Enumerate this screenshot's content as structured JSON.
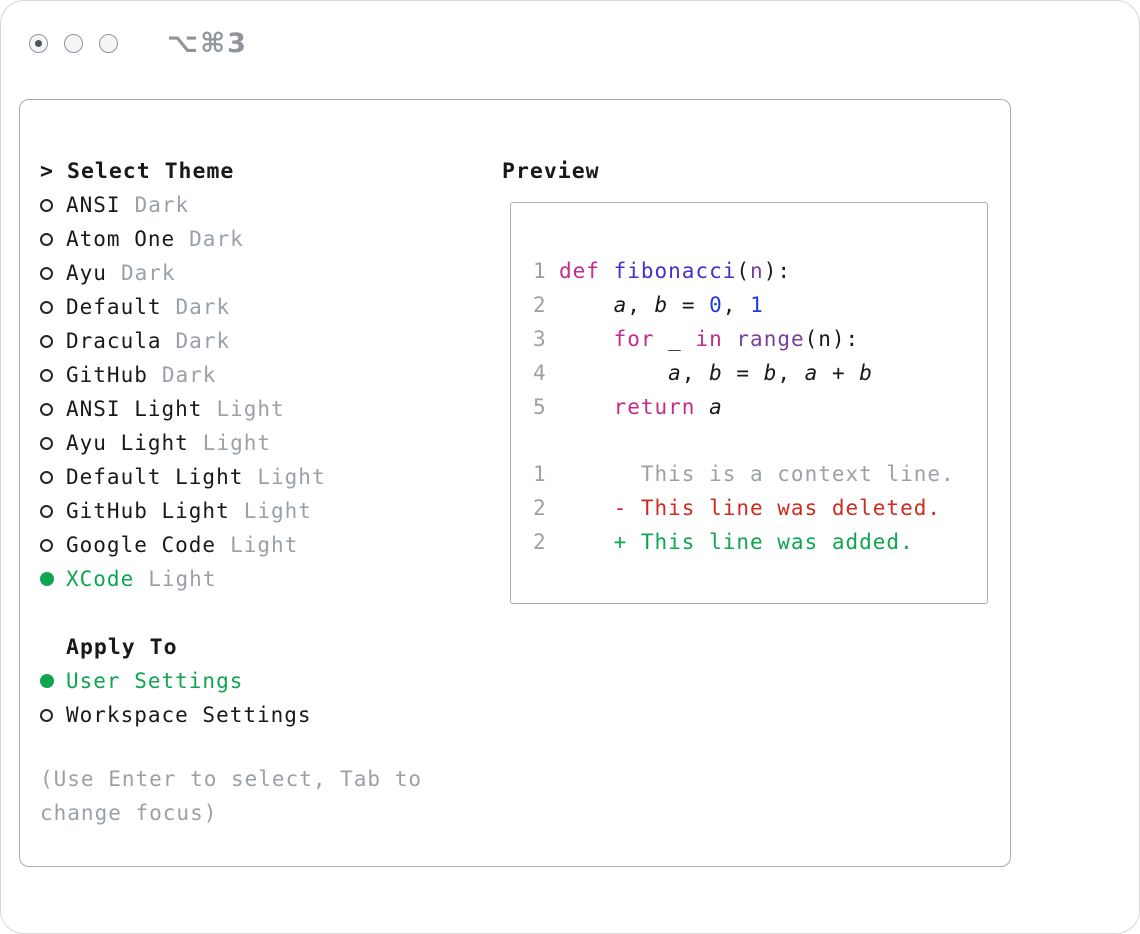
{
  "window": {
    "shortcut": "⌥⌘3",
    "controls": [
      "selected",
      "unselected",
      "unselected"
    ]
  },
  "icons": {
    "radio_unselected": "circle-outline",
    "radio_selected": "circle-filled-green",
    "window_control": "circle"
  },
  "panel": {
    "prompt": ">",
    "title": "Select Theme",
    "themes": [
      {
        "name": "ANSI",
        "variant": "Dark",
        "selected": false
      },
      {
        "name": "Atom One",
        "variant": "Dark",
        "selected": false
      },
      {
        "name": "Ayu",
        "variant": "Dark",
        "selected": false
      },
      {
        "name": "Default",
        "variant": "Dark",
        "selected": false
      },
      {
        "name": "Dracula",
        "variant": "Dark",
        "selected": false
      },
      {
        "name": "GitHub",
        "variant": "Dark",
        "selected": false
      },
      {
        "name": "ANSI Light",
        "variant": "Light",
        "selected": false
      },
      {
        "name": "Ayu Light",
        "variant": "Light",
        "selected": false
      },
      {
        "name": "Default Light",
        "variant": "Light",
        "selected": false
      },
      {
        "name": "GitHub Light",
        "variant": "Light",
        "selected": false
      },
      {
        "name": "Google Code",
        "variant": "Light",
        "selected": false
      },
      {
        "name": "XCode",
        "variant": "Light",
        "selected": true
      }
    ],
    "apply_to": {
      "title": "Apply To",
      "options": [
        {
          "label": "User Settings",
          "selected": true
        },
        {
          "label": "Workspace Settings",
          "selected": false
        }
      ]
    },
    "hint": "(Use Enter to select, Tab to change focus)"
  },
  "preview": {
    "title": "Preview",
    "code_lines": [
      {
        "num": "1",
        "tokens": [
          {
            "t": "def",
            "c": "kw"
          },
          {
            "t": " ",
            "c": "pl"
          },
          {
            "t": "fibonacci",
            "c": "fn"
          },
          {
            "t": "(",
            "c": "pl"
          },
          {
            "t": "n",
            "c": "type"
          },
          {
            "t": "):",
            "c": "pl"
          }
        ]
      },
      {
        "num": "2",
        "tokens": [
          {
            "t": "    ",
            "c": "pl"
          },
          {
            "t": "a",
            "c": "var"
          },
          {
            "t": ", ",
            "c": "pl"
          },
          {
            "t": "b",
            "c": "var"
          },
          {
            "t": " = ",
            "c": "pl"
          },
          {
            "t": "0",
            "c": "num"
          },
          {
            "t": ", ",
            "c": "pl"
          },
          {
            "t": "1",
            "c": "num"
          }
        ]
      },
      {
        "num": "3",
        "tokens": [
          {
            "t": "    ",
            "c": "pl"
          },
          {
            "t": "for",
            "c": "kw"
          },
          {
            "t": " _ ",
            "c": "pl"
          },
          {
            "t": "in",
            "c": "kw"
          },
          {
            "t": " ",
            "c": "pl"
          },
          {
            "t": "range",
            "c": "type"
          },
          {
            "t": "(n):",
            "c": "pl"
          }
        ]
      },
      {
        "num": "4",
        "tokens": [
          {
            "t": "        ",
            "c": "pl"
          },
          {
            "t": "a",
            "c": "var"
          },
          {
            "t": ", ",
            "c": "pl"
          },
          {
            "t": "b",
            "c": "var"
          },
          {
            "t": " = ",
            "c": "pl"
          },
          {
            "t": "b",
            "c": "var"
          },
          {
            "t": ", ",
            "c": "pl"
          },
          {
            "t": "a",
            "c": "var"
          },
          {
            "t": " + ",
            "c": "pl"
          },
          {
            "t": "b",
            "c": "var"
          }
        ]
      },
      {
        "num": "5",
        "tokens": [
          {
            "t": "    ",
            "c": "pl"
          },
          {
            "t": "return",
            "c": "kw"
          },
          {
            "t": " ",
            "c": "pl"
          },
          {
            "t": "a",
            "c": "var"
          }
        ]
      }
    ],
    "diff_lines": [
      {
        "num": "1",
        "tokens": [
          {
            "t": "      This is a context line.",
            "c": "ctx"
          }
        ]
      },
      {
        "num": "2",
        "tokens": [
          {
            "t": "    - This line was deleted.",
            "c": "del"
          }
        ]
      },
      {
        "num": "2",
        "tokens": [
          {
            "t": "    + This line was added.",
            "c": "add"
          }
        ]
      }
    ]
  },
  "colors": {
    "text_black": "#17191c",
    "muted_gray": "#9aa1a8",
    "accent_green": "#0fa551",
    "added_green": "#0fa551",
    "deleted_red": "#d02b20",
    "keyword": "#c42c8c",
    "function": "#4431c8",
    "type_purple": "#7a3e9d",
    "number_blue": "#1e3be3",
    "border_gray": "#a7acb2",
    "window_border": "#d5d8db",
    "control_gray": "#8f959c"
  }
}
